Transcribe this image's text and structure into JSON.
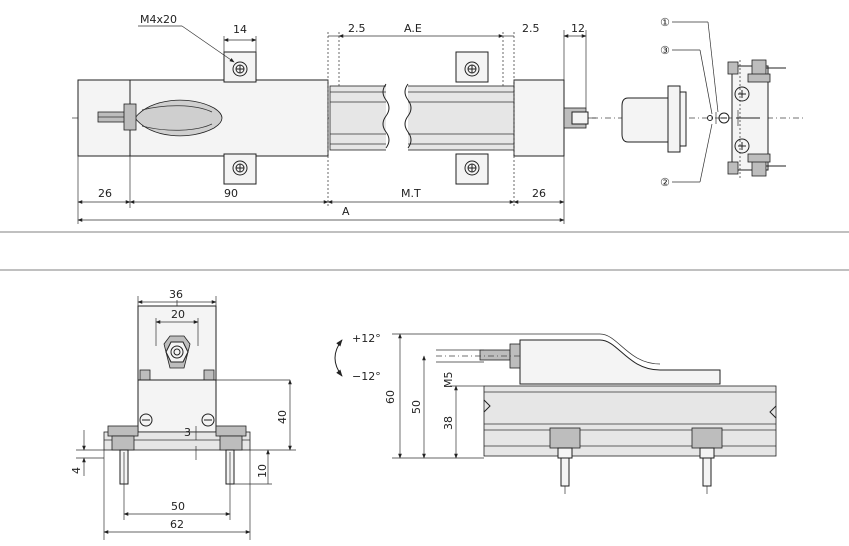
{
  "drawing": {
    "top_view": {
      "screw_label": "M4x20",
      "dims": {
        "d14": "14",
        "d2_5_left": "2.5",
        "ae": "A.E",
        "d2_5_right": "2.5",
        "d12": "12",
        "d26_left": "26",
        "d90": "90",
        "mt": "M.T",
        "d26_right": "26",
        "a": "A"
      },
      "callouts": {
        "c1": "①",
        "c2": "②",
        "c3": "③"
      }
    },
    "front_view": {
      "dims": {
        "d36": "36",
        "d20": "20",
        "d40": "40",
        "d3": "3",
        "d4": "4",
        "d10": "10",
        "d50": "50",
        "d62": "62"
      }
    },
    "side_view": {
      "angles": {
        "up": "+12°",
        "down": "−12°"
      },
      "dims": {
        "d60": "60",
        "d50": "50",
        "d38": "38",
        "m5": "M5"
      }
    }
  }
}
